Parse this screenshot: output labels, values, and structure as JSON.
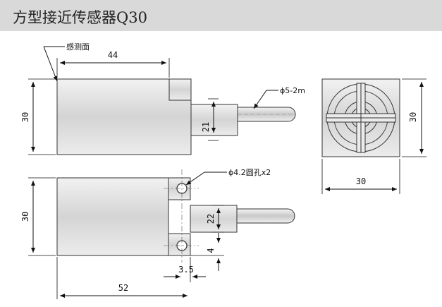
{
  "page": {
    "title": "方型接近传感器Q30"
  },
  "labels": {
    "sensing_face": "感测面",
    "cable": "ϕ5-2m",
    "mount_holes": "ϕ4.2圆孔x2"
  },
  "dimensions": {
    "top_length": "44",
    "top_height": "30",
    "cable_boss": "21",
    "side_height": "30",
    "side_width": "30",
    "bottom_height": "30",
    "boss_height": "22",
    "hole_offset": "4",
    "hole_edge": "3.5",
    "total_length": "52"
  }
}
